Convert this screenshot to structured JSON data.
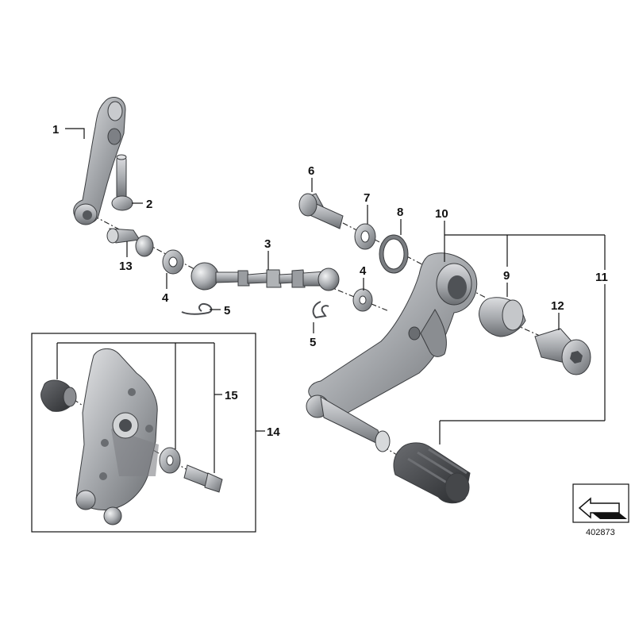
{
  "diagram": {
    "reference_number": "402873",
    "callouts": [
      {
        "id": "1",
        "label": "1"
      },
      {
        "id": "2",
        "label": "2"
      },
      {
        "id": "3",
        "label": "3"
      },
      {
        "id": "4a",
        "label": "4"
      },
      {
        "id": "4b",
        "label": "4"
      },
      {
        "id": "5a",
        "label": "5"
      },
      {
        "id": "5b",
        "label": "5"
      },
      {
        "id": "6",
        "label": "6"
      },
      {
        "id": "7",
        "label": "7"
      },
      {
        "id": "8",
        "label": "8"
      },
      {
        "id": "9",
        "label": "9"
      },
      {
        "id": "10",
        "label": "10"
      },
      {
        "id": "11",
        "label": "11"
      },
      {
        "id": "12",
        "label": "12"
      },
      {
        "id": "13",
        "label": "13"
      },
      {
        "id": "14",
        "label": "14"
      },
      {
        "id": "15",
        "label": "15"
      }
    ],
    "colors": {
      "metal_dark": "#5a5d61",
      "metal_mid": "#8e9196",
      "metal_light": "#c4c6c9",
      "rubber": "#3b3d40",
      "line": "#111111"
    }
  }
}
